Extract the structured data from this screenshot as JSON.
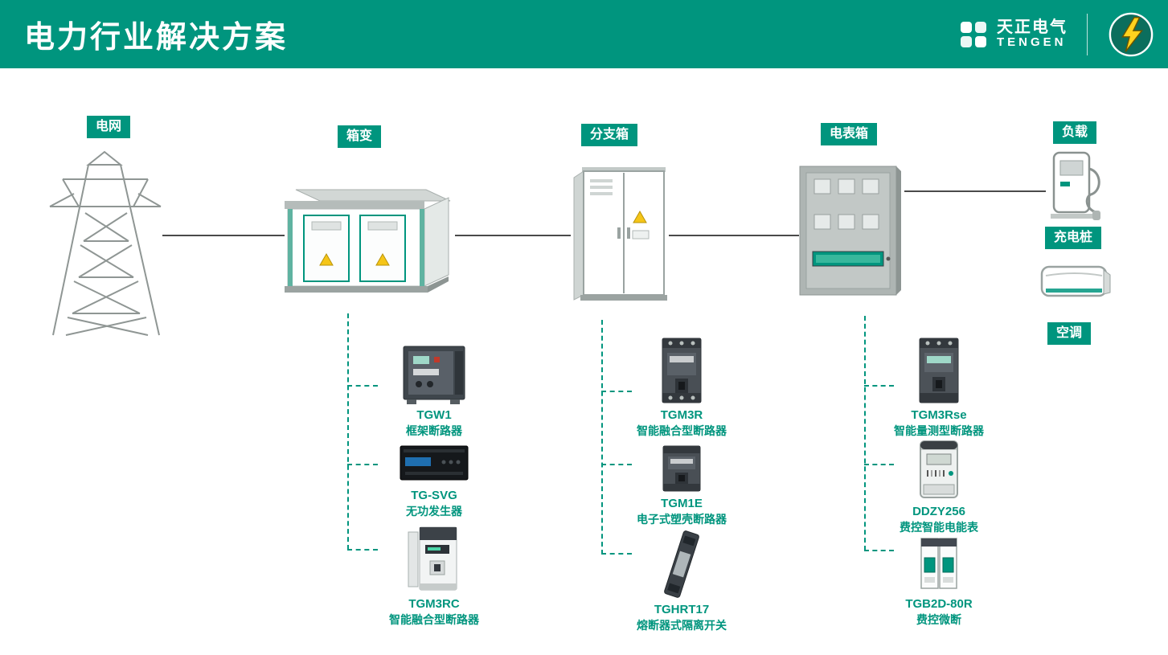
{
  "header": {
    "title": "电力行业解决方案",
    "brand_cn": "天正电气",
    "brand_en": "TENGEN"
  },
  "nodes": {
    "grid": "电网",
    "substation": "箱变",
    "branch": "分支箱",
    "meter": "电表箱",
    "load": "负载",
    "charger": "充电桩",
    "ac": "空调"
  },
  "groups": [
    {
      "parent": "箱变",
      "products": [
        {
          "model": "TGW1",
          "desc": "框架断路器"
        },
        {
          "model": "TG-SVG",
          "desc": "无功发生器"
        },
        {
          "model": "TGM3RC",
          "desc": "智能融合型断路器"
        }
      ]
    },
    {
      "parent": "分支箱",
      "products": [
        {
          "model": "TGM3R",
          "desc": "智能融合型断路器"
        },
        {
          "model": "TGM1E",
          "desc": "电子式塑壳断路器"
        },
        {
          "model": "TGHRT17",
          "desc": "熔断器式隔离开关"
        }
      ]
    },
    {
      "parent": "电表箱",
      "products": [
        {
          "model": "TGM3Rse",
          "desc": "智能量测型断路器"
        },
        {
          "model": "DDZY256",
          "desc": "费控智能电能表"
        },
        {
          "model": "TGB2D-80R",
          "desc": "费控微断"
        }
      ]
    }
  ],
  "colors": {
    "accent": "#00957e",
    "line": "#4a4a4a",
    "warning": "#f5c518"
  }
}
